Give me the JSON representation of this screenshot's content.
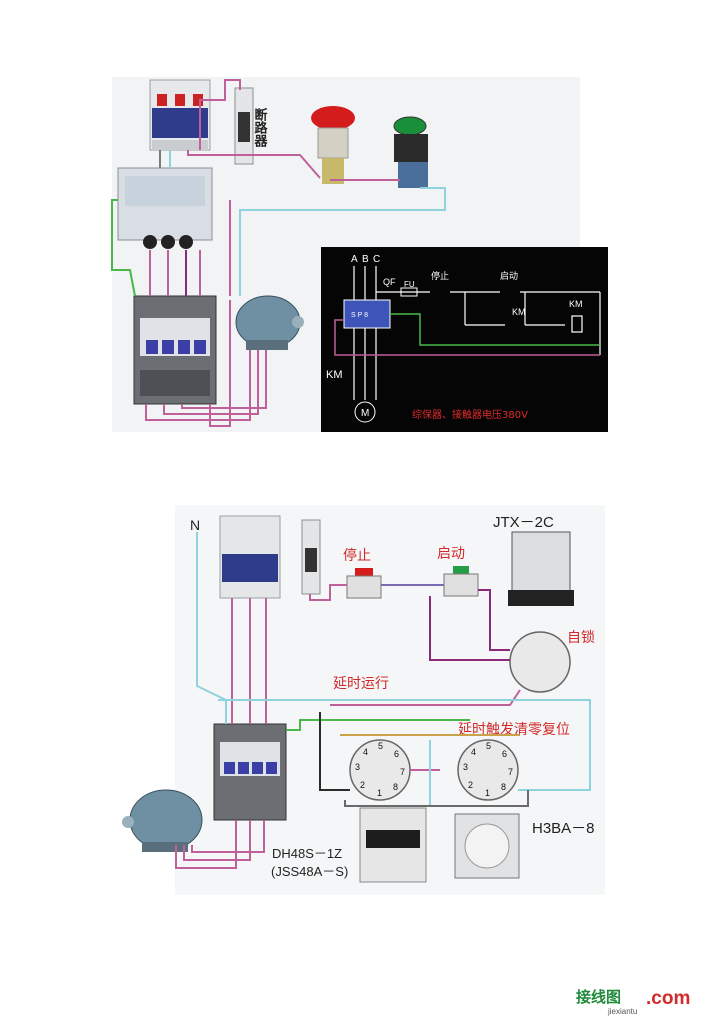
{
  "top": {
    "breaker_label": "断路器",
    "schematic": {
      "phase_a": "A",
      "phase_b": "B",
      "phase_c": "C",
      "qf": "QF",
      "fu": "FU",
      "stop": "停止",
      "start": "启动",
      "km_contact": "KM",
      "km_coil": "KM",
      "km_main": "KM",
      "motor": "M",
      "relay_text": "S P 8",
      "caption": "综保器、接触器电压380V"
    }
  },
  "bottom": {
    "n_label": "N",
    "stop_label": "停止",
    "start_label": "启动",
    "jtx_label": "JTX－2C",
    "self_lock": "自锁",
    "delay_run": "延时运行",
    "delay_reset": "延时触发清零复位",
    "h3ba": "H3BA－8",
    "dh48s": "DH48S－1Z",
    "jss48a": "(JSS48A－S)",
    "socket_pins": [
      "1",
      "2",
      "3",
      "4",
      "5",
      "6",
      "7",
      "8"
    ]
  },
  "watermark": {
    "brand": "接线图",
    "dotcom": ".com",
    "domain": "jiexiantu"
  }
}
